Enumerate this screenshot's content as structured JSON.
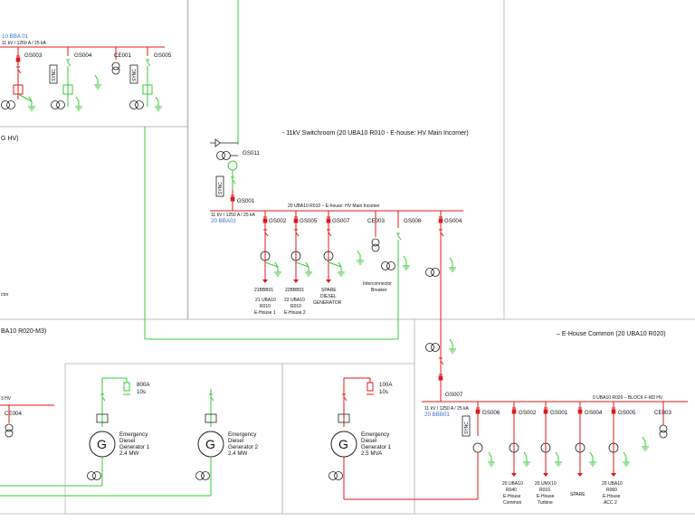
{
  "areas": {
    "hv_incomer": "- 11kV Switchroom (20 UBA10 R010 - E-house: HV Main Incomer)",
    "ehouse_common": "– E-House Common (20 UBA10 R020)",
    "left_top_fragment": "G HV)",
    "left_mid_fragment": "BA10 R020-M3)",
    "left_connector_fragment": "ctor"
  },
  "top_left_bus": {
    "id": "10 BBA 01",
    "rating": "11 kV / 1250 A / 25 kA",
    "feeders": [
      "GS003",
      "GS004",
      "CE001",
      "GS005"
    ]
  },
  "main_incomer": {
    "breaker_top": "GS011",
    "breaker_bus": "GS001",
    "bus_title": "20 UBA10 R010 – E-house: HV Main Incomer",
    "rating": "11 kV / 1250 A / 25 kA",
    "bus_id": "20 BBA01",
    "feeders": [
      "GS002",
      "GS005",
      "GS007",
      "CE003",
      "GS008",
      "GS004"
    ],
    "cable_ids": [
      "21BBB01",
      "22BBB01"
    ],
    "destinations": [
      [
        "21 UBA10",
        "R010",
        "E-House 1"
      ],
      [
        "22 UBA10",
        "R010",
        "E-House 2"
      ],
      [
        "SPARE",
        "DIESEL",
        "GENERATOR"
      ],
      [
        "Interconnector",
        "Breaker"
      ]
    ]
  },
  "common_bus": {
    "breaker_in": "GS007",
    "bus_title": "0 UBA10 R020 – BLOCK F-M3 HV",
    "rating": "11 kV / 1250 A / 25 kA",
    "bus_id": "20 BBB01",
    "feeders": [
      "GS006",
      "GS002",
      "GS001",
      "GS004",
      "GS005",
      "CE003"
    ],
    "destinations": [
      [
        "20 UBA10",
        "R040",
        "E-House",
        "Common"
      ],
      [
        "20 UMX10",
        "R010",
        "E-House",
        "Turbine"
      ],
      [
        "SPARE"
      ],
      [
        "20 UBA10",
        "R060",
        "E-House",
        "ACC 2"
      ]
    ]
  },
  "left_bus": {
    "label": "3 HV",
    "feeder": "CE004"
  },
  "generators": [
    {
      "symbol": "G",
      "lines": [
        "Emergency",
        "Diesel",
        "Generator 1",
        "2.4 MW"
      ]
    },
    {
      "symbol": "G",
      "lines": [
        "Emergency",
        "Diesel",
        "Generator 2",
        "2.4 MW"
      ]
    },
    {
      "symbol": "G",
      "lines": [
        "Emergency",
        "Diesel",
        "Generator 1",
        "2.5 MVA"
      ]
    }
  ],
  "earthing": [
    {
      "rating": "800A",
      "time": "10s"
    },
    {
      "rating": "100A",
      "time": "10s"
    }
  ],
  "sync_label": "SYNC",
  "colors": {
    "energised": "#e01818",
    "de_energised": "#38c838",
    "frame": "#b8b8b8",
    "bus_label": "#3a6fd0"
  }
}
